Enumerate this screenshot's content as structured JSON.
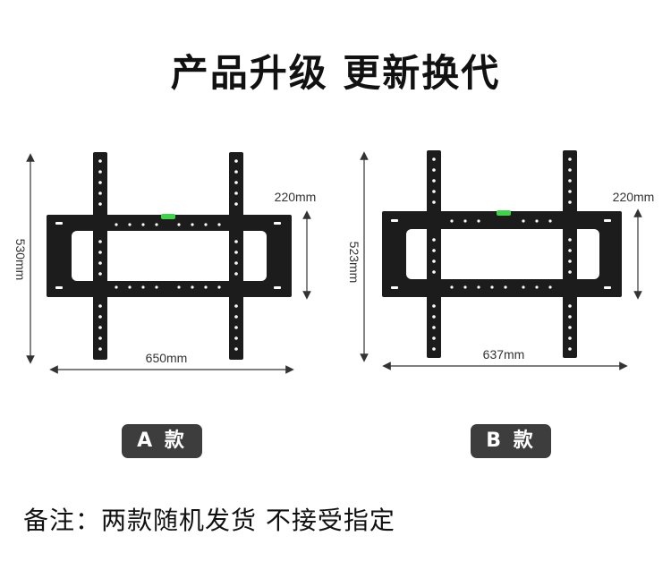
{
  "title": "产品升级 更新换代",
  "models": [
    {
      "badge": "A 款",
      "height_label": "530mm",
      "width_label": "650mm",
      "spacing_label": "220mm"
    },
    {
      "badge": "B 款",
      "height_label": "523mm",
      "width_label": "637mm",
      "spacing_label": "220mm"
    }
  ],
  "note": "备注：两款随机发货 不接受指定",
  "colors": {
    "bracket": "#1c1c1c",
    "level": "#3fd24a",
    "badge_bg": "#3d3d3d",
    "dimension_line": "#333333"
  }
}
